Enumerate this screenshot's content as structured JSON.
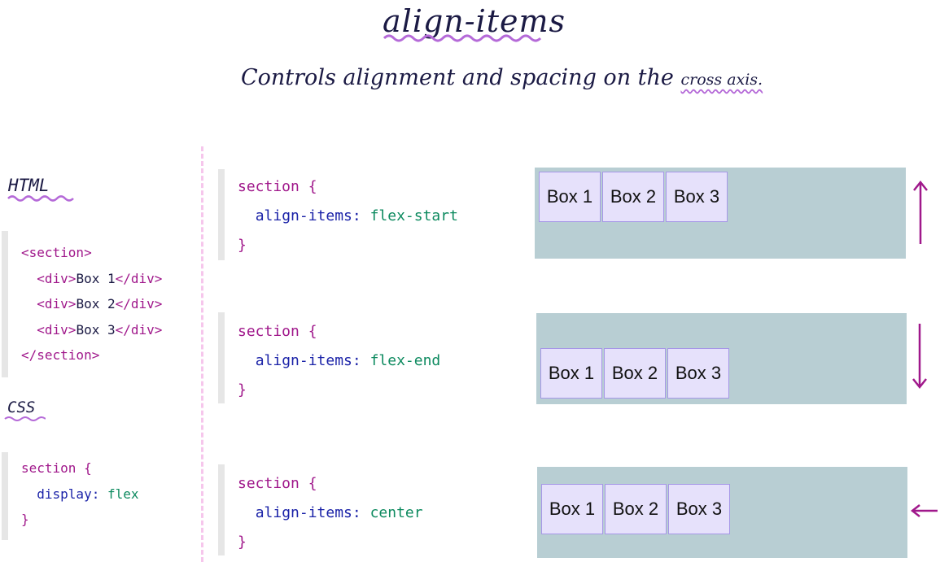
{
  "title": "align-items",
  "subtitle": {
    "main": "Controls alignment  and spacing on the",
    "highlight": "cross axis."
  },
  "html_section": {
    "heading": "HTML",
    "lines": [
      {
        "open": "<section>",
        "text": "",
        "close": ""
      },
      {
        "open": "<div>",
        "text": "Box 1",
        "close": "</div>"
      },
      {
        "open": "<div>",
        "text": "Box 2",
        "close": "</div>"
      },
      {
        "open": "<div>",
        "text": "Box 3",
        "close": "</div>"
      },
      {
        "open": "</section>",
        "text": "",
        "close": ""
      }
    ]
  },
  "css_section": {
    "heading": "CSS",
    "selector": "section {",
    "property": "display:",
    "value": "flex",
    "close": "}"
  },
  "examples": [
    {
      "selector": "section {",
      "property": "align-items:",
      "value": "flex-start",
      "close": "}",
      "boxes": [
        "Box 1",
        "Box 2",
        "Box 3"
      ],
      "arrow": "up"
    },
    {
      "selector": "section {",
      "property": "align-items:",
      "value": "flex-end",
      "close": "}",
      "boxes": [
        "Box 1",
        "Box 2",
        "Box 3"
      ],
      "arrow": "down"
    },
    {
      "selector": "section {",
      "property": "align-items:",
      "value": "center",
      "close": "}",
      "boxes": [
        "Box 1",
        "Box 2",
        "Box 3"
      ],
      "arrow": "left"
    }
  ],
  "colors": {
    "container": "#b8ced3",
    "box": "#e6e1fb",
    "accent": "#a0188b",
    "squiggle": "#b56ad8"
  }
}
